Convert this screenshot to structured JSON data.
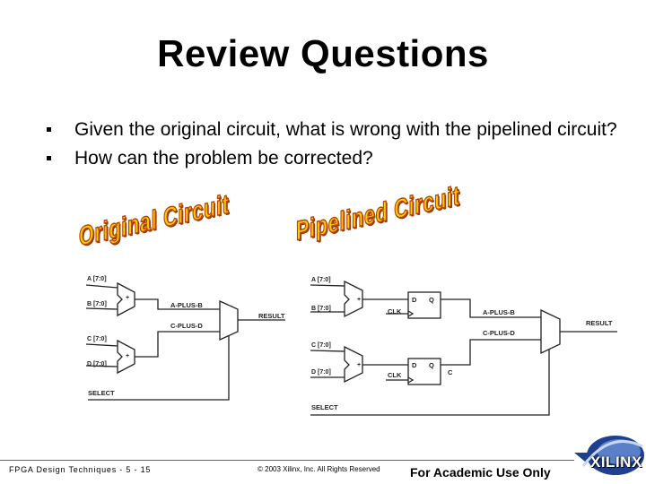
{
  "slide": {
    "title": "Review Questions",
    "bullets": [
      "Given the original circuit, what is wrong with the pipelined circuit?",
      "How can the problem be corrected?"
    ],
    "banners": {
      "original": "Original Circuit",
      "pipelined": "Pipelined Circuit"
    }
  },
  "original_circuit": {
    "input_a": "A [7:0]",
    "input_b": "B [7:0]",
    "input_c": "C [7:0]",
    "input_d": "D [7:0]",
    "plus_top": "+",
    "plus_bottom": "+",
    "sum_ab": "A-PLUS-B",
    "sum_cd": "C-PLUS-D",
    "result": "RESULT",
    "select": "SELECT"
  },
  "pipelined_circuit": {
    "input_a": "A [7:0]",
    "input_b": "B [7:0]",
    "input_c": "C [7:0]",
    "input_d": "D [7:0]",
    "plus_top": "+",
    "plus_bottom": "+",
    "ff_d": "D",
    "ff_q": "Q",
    "clk": "CLK",
    "sum_ab": "A-PLUS-B",
    "sum_cd": "C-PLUS-D",
    "c_out": "C",
    "result": "RESULT",
    "select": "SELECT"
  },
  "footer": {
    "left": "FPGA Design Techniques - 5 - 15",
    "center": "© 2003 Xilinx, Inc. All Rights Reserved",
    "right": "For Academic Use Only",
    "logo": "XILINX"
  },
  "colors": {
    "banner_fill": "#ffcc00",
    "banner_outline": "#b84400",
    "logo_blue": "#1f3f8f"
  }
}
